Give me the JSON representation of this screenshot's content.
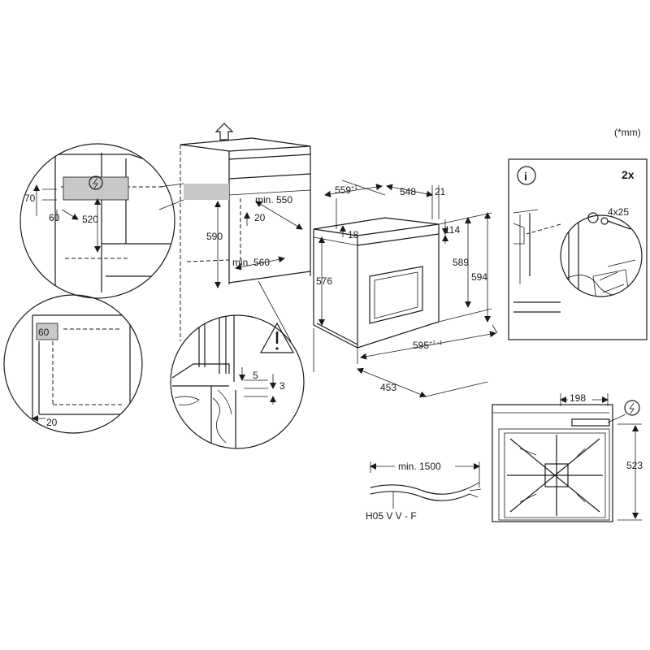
{
  "unit_note": "(*mm)",
  "niche_top": {
    "d70": "70",
    "d60": "60",
    "d520": "520"
  },
  "niche_bottom": {
    "d60": "60",
    "d20": "20"
  },
  "cabinet": {
    "d590": "590",
    "min550": "min. 550",
    "d20": "20",
    "min560": "min. 560"
  },
  "detail": {
    "d5": "5",
    "d3": "3"
  },
  "oven": {
    "d559": "559",
    "d559_sup": "+1",
    "d548": "548",
    "d21": "21",
    "d18": "18",
    "d114": "114",
    "d576": "576",
    "d589": "589",
    "d594": "594",
    "d595": "595",
    "d595_sup": "+1 -1",
    "d453": "453"
  },
  "mount_panel": {
    "info_symbol": "i",
    "count": "2x",
    "screw": "4x25"
  },
  "cable": {
    "length": "min. 1500",
    "type": "H05 V V - F"
  },
  "back_view": {
    "d198": "198",
    "d523": "523"
  }
}
